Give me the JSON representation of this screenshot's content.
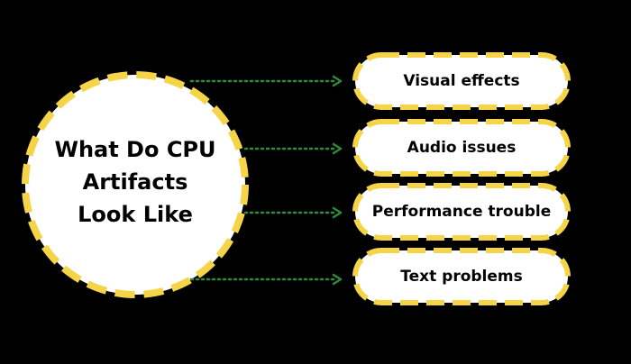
{
  "center": {
    "lines": [
      "What Do CPU",
      "Artifacts",
      "Look Like"
    ]
  },
  "items": [
    {
      "label": "Visual effects"
    },
    {
      "label": "Audio issues"
    },
    {
      "label": "Performance trouble"
    },
    {
      "label": "Text problems"
    }
  ],
  "colors": {
    "background": "#000000",
    "dash": "#f5d547",
    "fill": "#ffffff",
    "arrow": "#2e8b3d",
    "text": "#000000"
  }
}
